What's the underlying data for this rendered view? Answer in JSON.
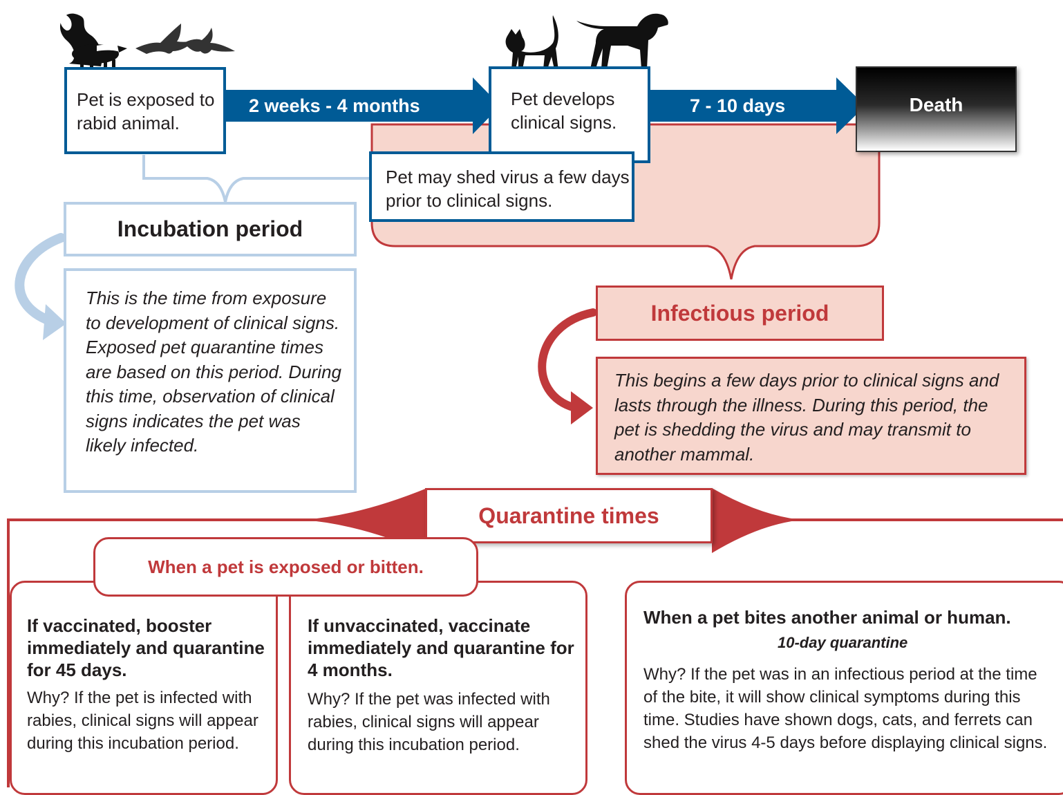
{
  "timeline": {
    "exposed_text": "Pet is exposed to rabid animal.",
    "arrow1_label": "2 weeks - 4 months",
    "clinical_text": "Pet develops clinical signs.",
    "arrow2_label": "7 - 10 days",
    "death_text": "Death",
    "shed_text": "Pet may shed virus a few days prior to clinical signs."
  },
  "incubation": {
    "title": "Incubation period",
    "description": "This is the time from exposure to development of clinical signs. Exposed pet quarantine times are based on this period. During this time, observation of clinical signs indicates the pet was likely infected."
  },
  "infectious": {
    "title": "Infectious period",
    "description": "This begins a few days prior to clinical signs and lasts through the illness. During this period, the pet is shedding the virus and may transmit to another mammal."
  },
  "quarantine": {
    "title": "Quarantine times",
    "exposed_heading": "When a pet is exposed or bitten.",
    "vaccinated_title": "If vaccinated, booster immediately and quarantine for 45 days.",
    "vaccinated_body": "Why? If the pet is infected with rabies, clinical signs will appear during this incubation period.",
    "unvaccinated_title": "If unvaccinated, vaccinate immediately and quarantine for 4 months.",
    "unvaccinated_body": "Why? If the pet was infected with rabies, clinical signs will appear during this incubation period.",
    "bites_title": "When a pet bites another animal or human.",
    "bites_subtitle": "10-day quarantine",
    "bites_body": "Why? If the pet was in an infectious period at the time of the bite, it will show clinical symptoms during this time. Studies have shown dogs, cats, and ferrets can shed the virus 4-5 days before displaying clinical signs."
  },
  "icons": [
    "skunk-icon",
    "bat-icon",
    "cat-icon",
    "dog-icon"
  ],
  "colors": {
    "blue": "#005b96",
    "light_blue": "#b8cfe6",
    "red": "#c0393b",
    "pink": "#f7d6cd"
  }
}
